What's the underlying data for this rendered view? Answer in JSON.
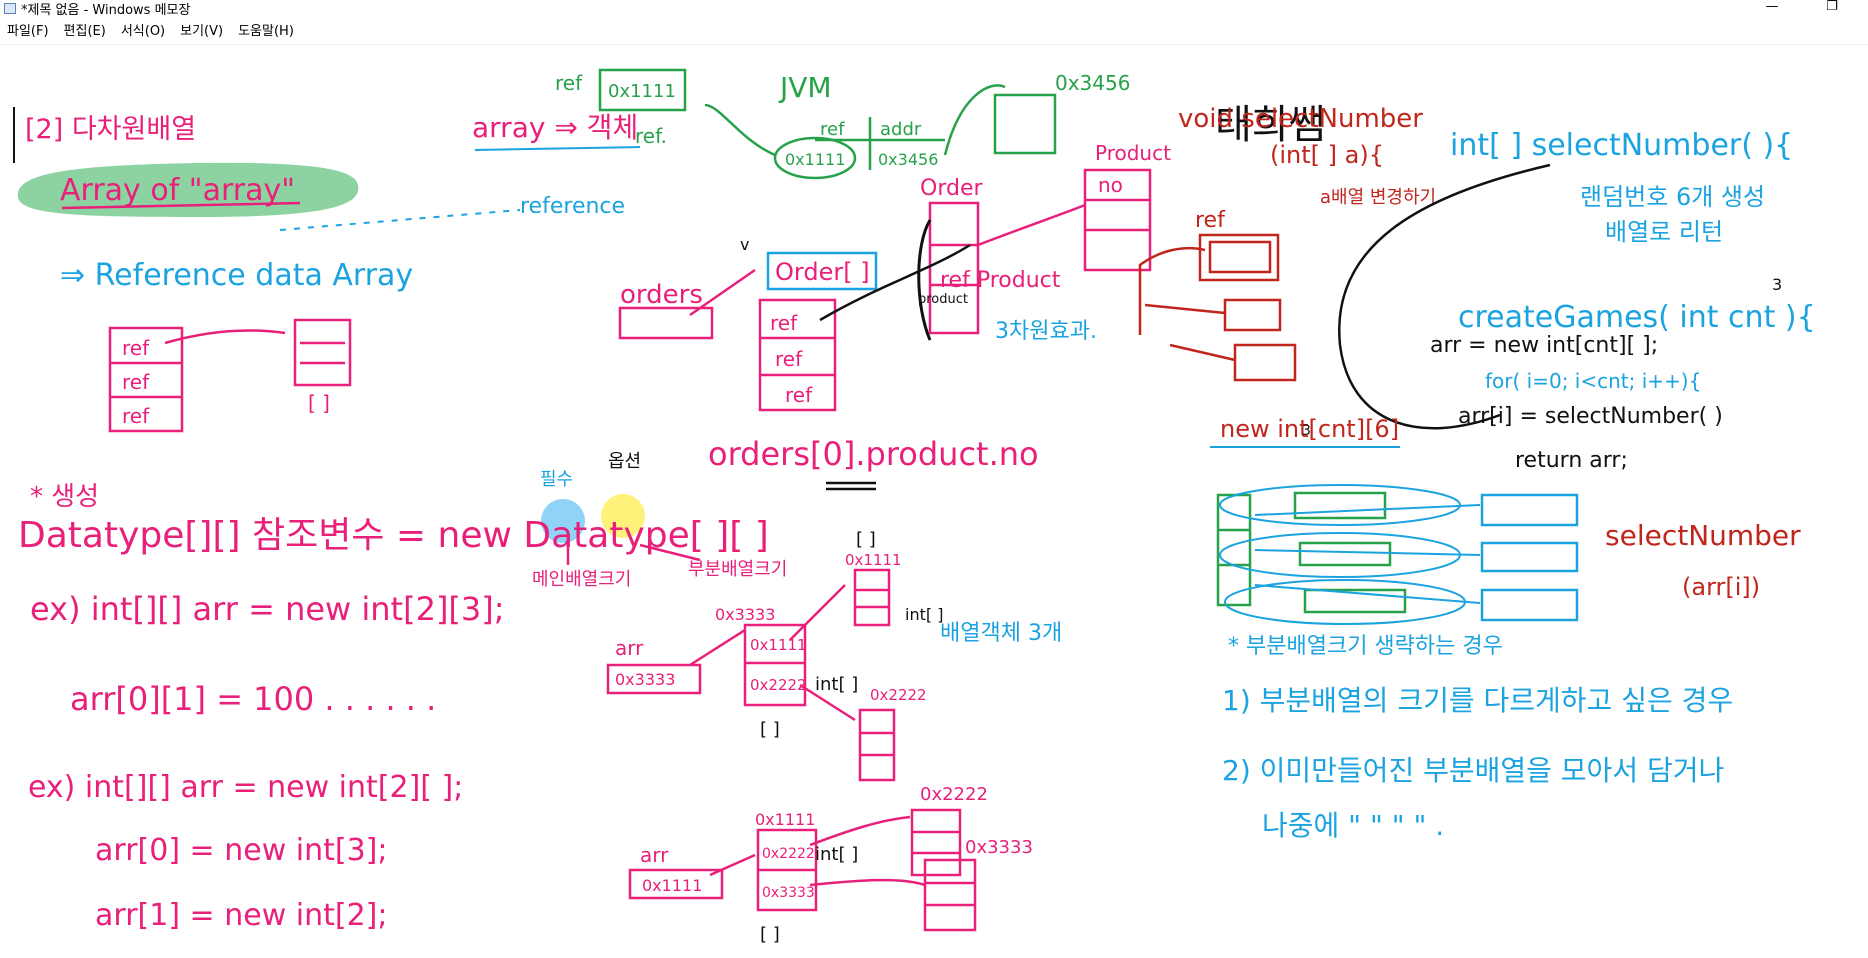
{
  "window": {
    "title": "*제목 없음 - Windows 메모장",
    "minimize_glyph": "—",
    "maximize_glyph": "❐"
  },
  "menu": [
    {
      "label": "파일(F)"
    },
    {
      "label": "편집(E)"
    },
    {
      "label": "서식(O)"
    },
    {
      "label": "보기(V)"
    },
    {
      "label": "도움말(H)"
    }
  ],
  "colors": {
    "pink": "#e8207a",
    "blue": "#1ba3e0",
    "green": "#27a24a",
    "red": "#c0261c",
    "black": "#111111",
    "highlight_green": "#8dd3a2",
    "highlight_yellow": "#fff27a",
    "highlight_blue": "#8fd3f7"
  },
  "notes": {
    "section_heading": "[2] 다차원배열",
    "array_of_array": "Array of \"array\"",
    "array_object": "array ⇒ 객체",
    "reference": "reference",
    "reference_data_array": "⇒ Reference data Array",
    "ref_cells": [
      "ref",
      "ref",
      "ref"
    ],
    "empty_bracket": "[ ]",
    "jvm": "JVM",
    "ref_top": "ref",
    "box_addr_0x1111": "0x1111",
    "ref_dot": "ref.",
    "table_head": [
      "ref",
      "addr"
    ],
    "table_row": [
      "0x1111",
      "0x3456"
    ],
    "addr_0x3456": "0x3456",
    "teacher": "태희쌤",
    "orders_label": "orders",
    "order_array": "Order[ ]",
    "order_cells": [
      "ref",
      "ref",
      "ref"
    ],
    "order_label": "Order",
    "product_ref": "ref Product",
    "product_label": "Product",
    "product_no": "no",
    "three_dim_effect": "3차원효과.",
    "product_small": "product",
    "void_select": "void selectNumber",
    "void_select_param": "(int[ ] a){",
    "a_array_fill": "a배열 변경하기",
    "ref_red": "ref",
    "int_select": "int[ ] selectNumber( ){",
    "random_return": "랜덤번호 6개 생성",
    "random_return2": "배열로 리턴",
    "create_games": "createGames( int cnt ){",
    "num3": "3",
    "arr_new": "arr = new int[cnt][ ];",
    "for_loop": "for( i=0; i<cnt; i++){",
    "arr_i": "arr[i] = selectNumber( )",
    "return_arr": "return arr;",
    "orders_expr": "orders[0].product.no",
    "new_int": "new int[cnt][6]",
    "num3b": "3",
    "select_number_red": "selectNumber",
    "select_number_arg": "(arr[i])",
    "create_heading": "* 생성",
    "syntax": "Datatype[][] 참조변수 = new Datatype[  ][  ]",
    "req_label": "필수",
    "opt_label": "옵션",
    "main_size": "메인배열크기",
    "sub_size": "부분배열크기",
    "ex1": "ex) int[][] arr = new int[2][3];",
    "ex1_assign": "arr[0][1] = 100 . . . . . .",
    "ex2": "ex) int[][] arr = new int[2][ ];",
    "ex2_l2": "arr[0] = new int[3];",
    "ex2_l3": "arr[1] = new int[2];",
    "arr_label": "arr",
    "addr_0x3333": "0x3333",
    "addr_0x1111": "0x1111",
    "addr_0x2222": "0x2222",
    "int_arr": "int[ ]",
    "bracket_dot": "[ ]",
    "array_objects": "배열객체 3개",
    "omit_sub_size": "* 부분배열크기 생략하는 경우",
    "case1": "1) 부분배열의 크기를 다르게하고 싶은 경우",
    "case2": "2) 이미만들어진 부분배열을 모아서 담거나",
    "case2b": "나중에   \"       \"       \"       \" ."
  }
}
